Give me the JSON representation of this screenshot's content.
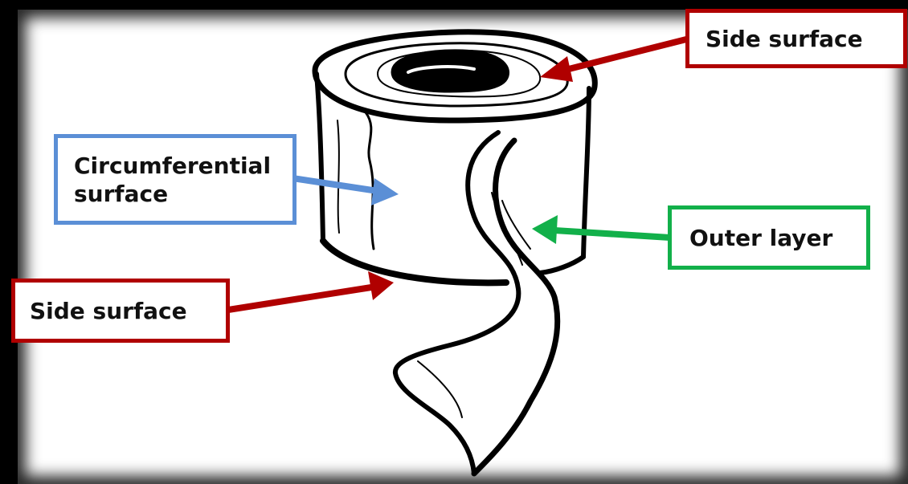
{
  "labels": {
    "side_surface_top": "Side surface",
    "circumferential_surface": "Circumferential\nsurface",
    "outer_layer": "Outer layer",
    "side_surface_bottom": "Side surface"
  },
  "colors": {
    "side_surface": "#b00000",
    "circumferential_surface": "#5b8fd6",
    "outer_layer": "#12b04a",
    "ink": "#000000",
    "background": "#ffffff",
    "frame": "#000000"
  },
  "illustration": "toilet-paper-roll-icon"
}
